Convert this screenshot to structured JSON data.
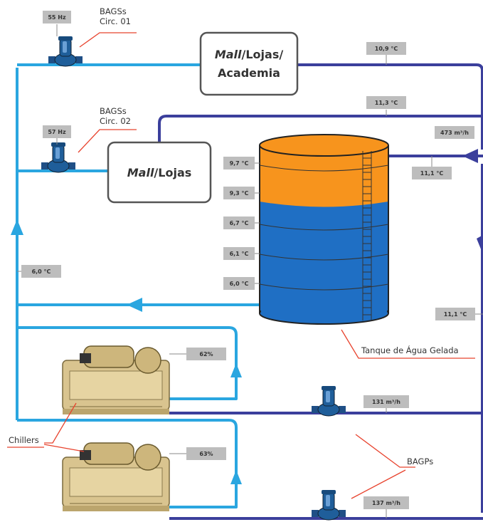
{
  "colors": {
    "cold_pipe": "#2aa6e0",
    "warm_pipe": "#3b3f9c",
    "tank_warm": "#f7941d",
    "tank_cold": "#1f6fc4",
    "tag_bg": "#bdbdbd",
    "pointer": "#e8432e"
  },
  "pumps": {
    "circ01": {
      "freq": "55 Hz",
      "label_line1": "BAGSs",
      "label_line2": "Circ. 01"
    },
    "circ02": {
      "freq": "57 Hz",
      "label_line1": "BAGSs",
      "label_line2": "Circ. 02"
    },
    "primary": {
      "label": "BAGPs",
      "flow1": "131 m³/h",
      "flow2": "137 m³/h"
    }
  },
  "loads": {
    "mall_academia": {
      "italic": "Mall",
      "rest": "/Lojas/",
      "line2": "Academia"
    },
    "mall_lojas": {
      "italic": "Mall",
      "rest": "/Lojas"
    }
  },
  "temps": {
    "return_mall_academia": "10,9 °C",
    "return_mall_lojas": "11,3 °C",
    "tank_inlet_flow": "473 m³/h",
    "tank_inlet_temp": "11,1 °C",
    "chiller_return": "11,1 °C",
    "supply": "6,0 °C"
  },
  "tank": {
    "label": "Tanque de Água Gelada",
    "levels": [
      "9,7 °C",
      "9,3 °C",
      "6,7 °C",
      "6,1 °C",
      "6,0 °C"
    ]
  },
  "chillers": {
    "label": "Chillers",
    "load1": "62%",
    "load2": "63%"
  }
}
